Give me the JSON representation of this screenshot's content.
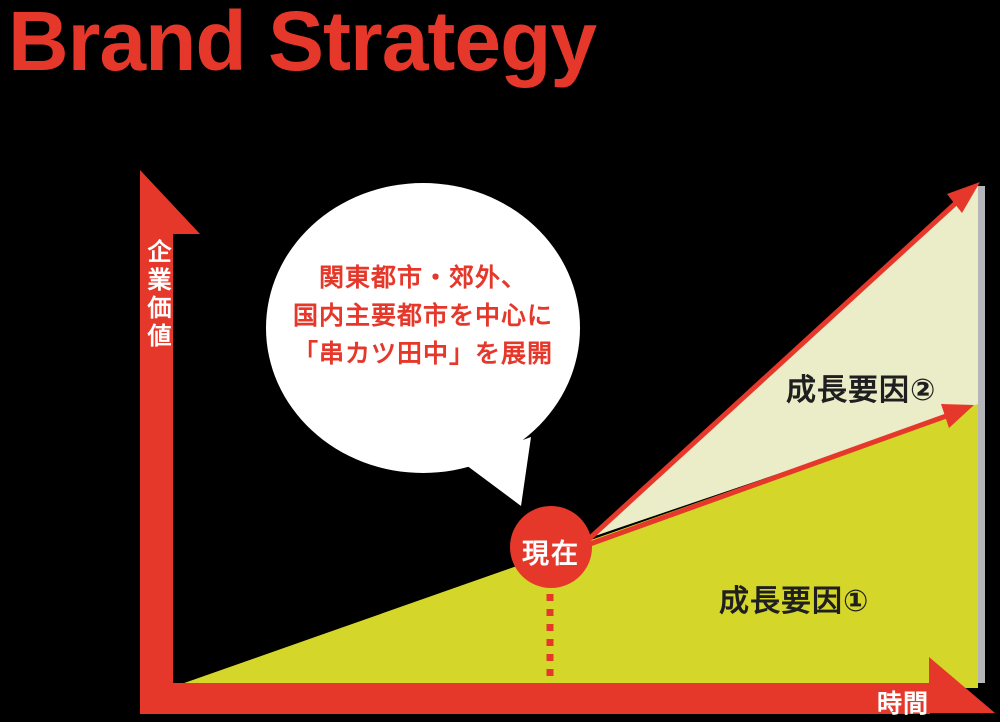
{
  "title": "Brand Strategy",
  "colors": {
    "red": "#e5382b",
    "yellow_green": "#d4d62a",
    "pale_yellow": "#ebecc8",
    "white": "#ffffff",
    "label_dark": "#1f1f1f",
    "edge_gray": "#c9cacd"
  },
  "chart": {
    "y_axis_label": "企業価値",
    "x_axis_label": "時間",
    "current_marker_label": "現在",
    "growth_factor_1_label": "成長要因①",
    "growth_factor_2_label": "成長要因②",
    "speech_bubble": {
      "lines": [
        "関東都市・郊外、",
        "国内主要都市を中心に",
        "「串カツ田中」を展開"
      ]
    }
  }
}
